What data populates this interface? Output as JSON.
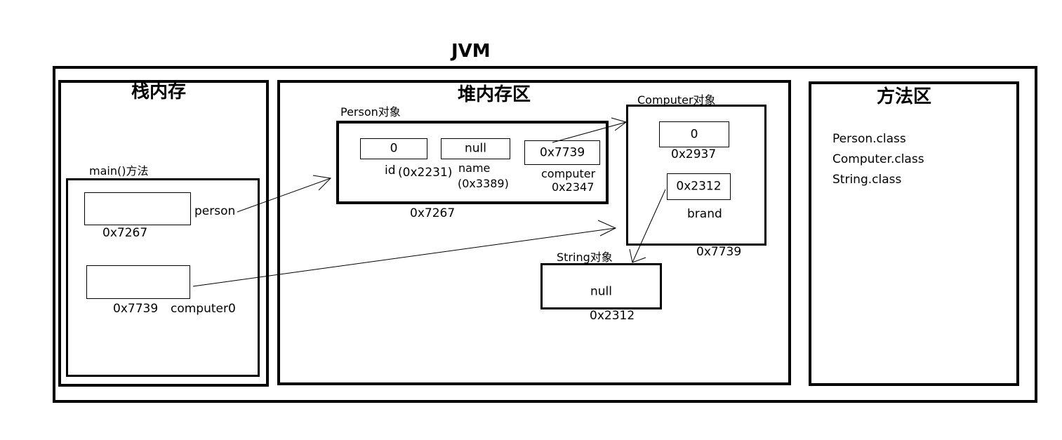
{
  "jvm": {
    "title": "JVM"
  },
  "stack": {
    "title": "栈内存",
    "main_frame": {
      "label": "main()方法",
      "person": {
        "var_name": "person",
        "address": "0x7267"
      },
      "computer0": {
        "var_name": "computer0",
        "address": "0x7739"
      }
    }
  },
  "heap": {
    "title": "堆内存区",
    "person_object": {
      "label": "Person对象",
      "address": "0x7267",
      "id": {
        "value": "0",
        "name": "id",
        "address": "(0x2231)"
      },
      "name": {
        "value": "null",
        "name": "name",
        "address": "(0x3389)"
      },
      "computer": {
        "value": "0x7739",
        "name": "computer",
        "address": "0x2347"
      }
    },
    "computer_object": {
      "label": "Computer对象",
      "address": "0x7739",
      "field1": {
        "value": "0",
        "address": "0x2937"
      },
      "brand": {
        "value": "0x2312",
        "name": "brand"
      }
    },
    "string_object": {
      "label": "String对象",
      "value": "null",
      "address": "0x2312"
    }
  },
  "method_area": {
    "title": "方法区",
    "classes": [
      "Person.class",
      "Computer.class",
      "String.class"
    ]
  }
}
